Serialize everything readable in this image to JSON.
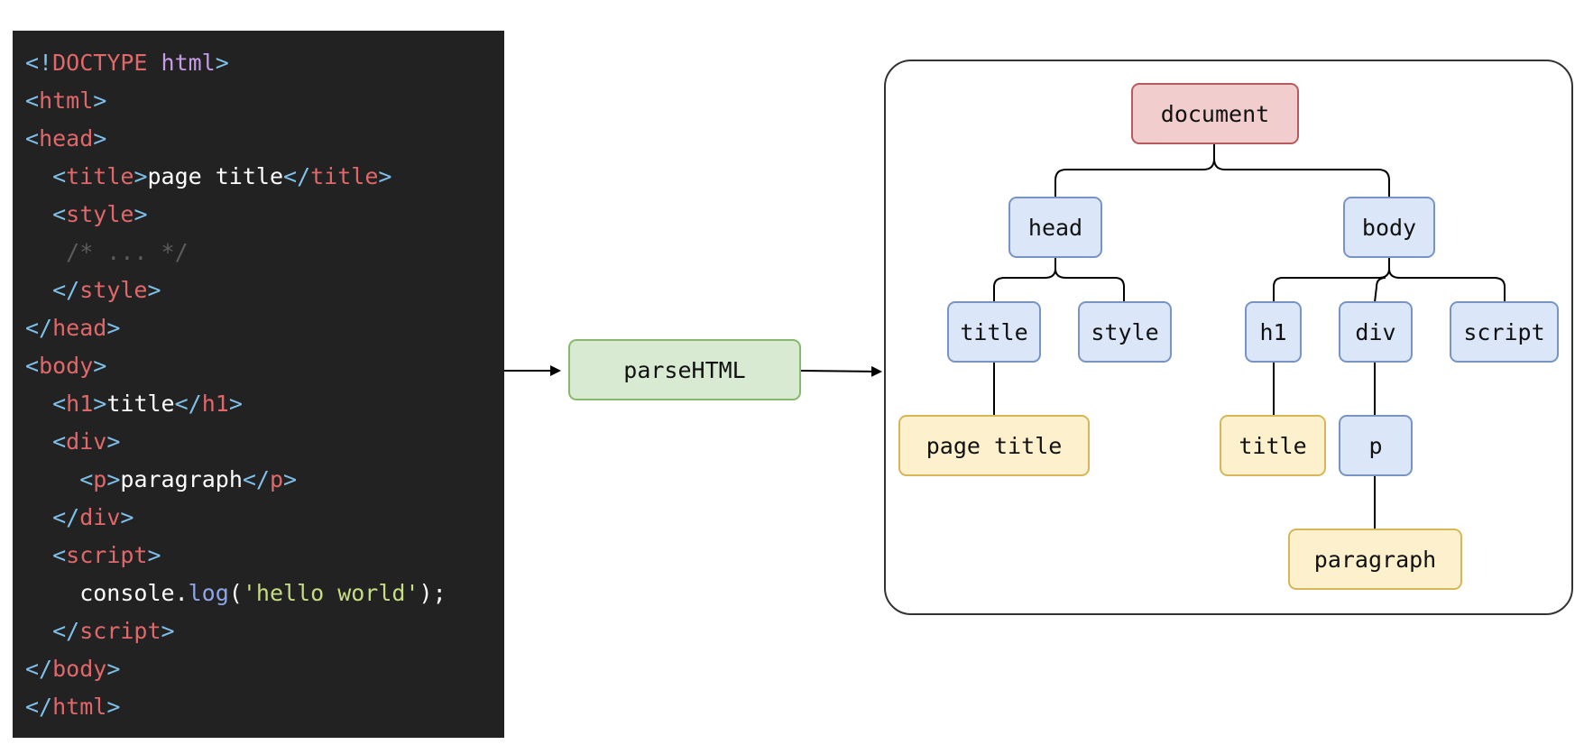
{
  "code": {
    "lines": [
      [
        [
          "br",
          "<!"
        ],
        [
          "tag",
          "DOCTYPE"
        ],
        [
          "txt",
          " "
        ],
        [
          "attr",
          "html"
        ],
        [
          "br",
          ">"
        ]
      ],
      [
        [
          "br",
          "<"
        ],
        [
          "tag",
          "html"
        ],
        [
          "br",
          ">"
        ]
      ],
      [
        [
          "br",
          "<"
        ],
        [
          "tag",
          "head"
        ],
        [
          "br",
          ">"
        ]
      ],
      [
        [
          "txt",
          "  "
        ],
        [
          "br",
          "<"
        ],
        [
          "tag",
          "title"
        ],
        [
          "br",
          ">"
        ],
        [
          "txt",
          "page title"
        ],
        [
          "br",
          "</"
        ],
        [
          "tag",
          "title"
        ],
        [
          "br",
          ">"
        ]
      ],
      [
        [
          "txt",
          "  "
        ],
        [
          "br",
          "<"
        ],
        [
          "tag",
          "style"
        ],
        [
          "br",
          ">"
        ]
      ],
      [
        [
          "cm",
          "   /* ... */"
        ]
      ],
      [
        [
          "txt",
          "  "
        ],
        [
          "br",
          "</"
        ],
        [
          "tag",
          "style"
        ],
        [
          "br",
          ">"
        ]
      ],
      [
        [
          "br",
          "</"
        ],
        [
          "tag",
          "head"
        ],
        [
          "br",
          ">"
        ]
      ],
      [
        [
          "br",
          "<"
        ],
        [
          "tag",
          "body"
        ],
        [
          "br",
          ">"
        ]
      ],
      [
        [
          "txt",
          "  "
        ],
        [
          "br",
          "<"
        ],
        [
          "tag",
          "h1"
        ],
        [
          "br",
          ">"
        ],
        [
          "txt",
          "title"
        ],
        [
          "br",
          "</"
        ],
        [
          "tag",
          "h1"
        ],
        [
          "br",
          ">"
        ]
      ],
      [
        [
          "txt",
          "  "
        ],
        [
          "br",
          "<"
        ],
        [
          "tag",
          "div"
        ],
        [
          "br",
          ">"
        ]
      ],
      [
        [
          "txt",
          "    "
        ],
        [
          "br",
          "<"
        ],
        [
          "tag",
          "p"
        ],
        [
          "br",
          ">"
        ],
        [
          "txt",
          "paragraph"
        ],
        [
          "br",
          "</"
        ],
        [
          "tag",
          "p"
        ],
        [
          "br",
          ">"
        ]
      ],
      [
        [
          "txt",
          "  "
        ],
        [
          "br",
          "</"
        ],
        [
          "tag",
          "div"
        ],
        [
          "br",
          ">"
        ]
      ],
      [
        [
          "txt",
          "  "
        ],
        [
          "br",
          "<"
        ],
        [
          "tag",
          "script"
        ],
        [
          "br",
          ">"
        ]
      ],
      [
        [
          "txt",
          "    console."
        ],
        [
          "fn",
          "log"
        ],
        [
          "txt",
          "("
        ],
        [
          "str",
          "'hello world'"
        ],
        [
          "txt",
          ");"
        ]
      ],
      [
        [
          "txt",
          "  "
        ],
        [
          "br",
          "</"
        ],
        [
          "tag",
          "script"
        ],
        [
          "br",
          ">"
        ]
      ],
      [
        [
          "br",
          "</"
        ],
        [
          "tag",
          "body"
        ],
        [
          "br",
          ">"
        ]
      ],
      [
        [
          "br",
          "</"
        ],
        [
          "tag",
          "html"
        ],
        [
          "br",
          ">"
        ]
      ]
    ]
  },
  "process": {
    "label": "parseHTML"
  },
  "tree": {
    "document": "document",
    "head": "head",
    "body": "body",
    "title_tag": "title",
    "style_tag": "style",
    "h1_tag": "h1",
    "div_tag": "div",
    "script_tag": "script",
    "page_title_text": "page title",
    "h1_text": "title",
    "p_tag": "p",
    "paragraph_text": "paragraph"
  },
  "colors": {
    "code_bg": "#222222",
    "element_node": "#dbe7f8",
    "document_node": "#f2cdcd",
    "text_node": "#fcf1cc",
    "process_node": "#d9ead3"
  }
}
